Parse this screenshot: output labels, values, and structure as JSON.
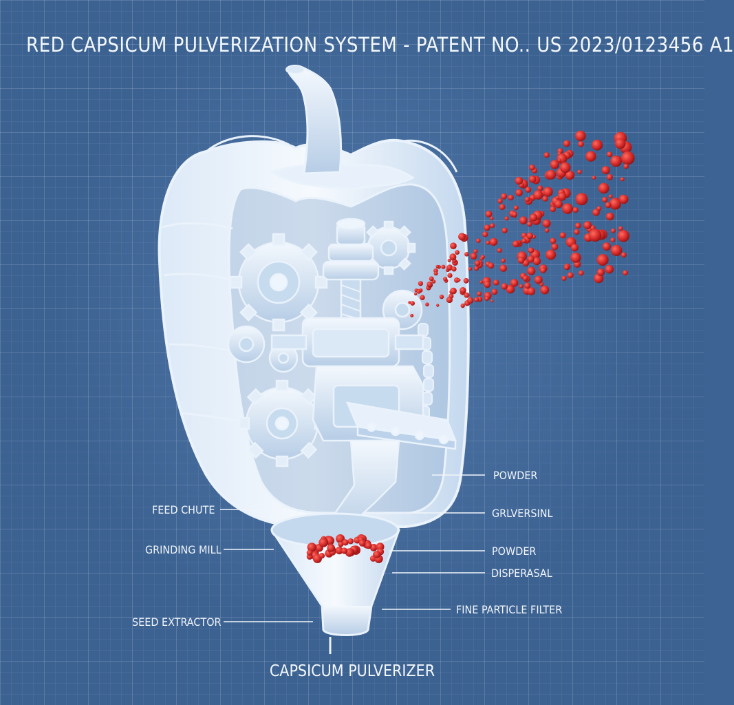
{
  "title": "RED CAPSICUM PULVERIZATION SYSTEM - PATENT NO.. US 2023/0123456 A1",
  "caption": "CAPSICUM PULVERIZER",
  "labels_left": {
    "feed_chute": "FEED CHUTE",
    "grinding_mill": "GRINDING MILL",
    "seed_extractor": "SEED EXTRACTOR"
  },
  "labels_right": {
    "powder_upper": "POWDER",
    "grlversinl": "GRLVERSINL",
    "powder_lower": "POWDER",
    "disperasal": "DISPERASAL",
    "fine_particle_filter": "FINE PARTICLE FILTER"
  },
  "colors": {
    "background": "#3c6292",
    "outline": "#eaf2fb",
    "body_fill": "#cfe0f2",
    "particle": "#d42a2a"
  },
  "icons": [
    "bell-pepper-housing-icon",
    "gear-icon",
    "chain-icon",
    "funnel-icon",
    "particle-spray-icon"
  ]
}
